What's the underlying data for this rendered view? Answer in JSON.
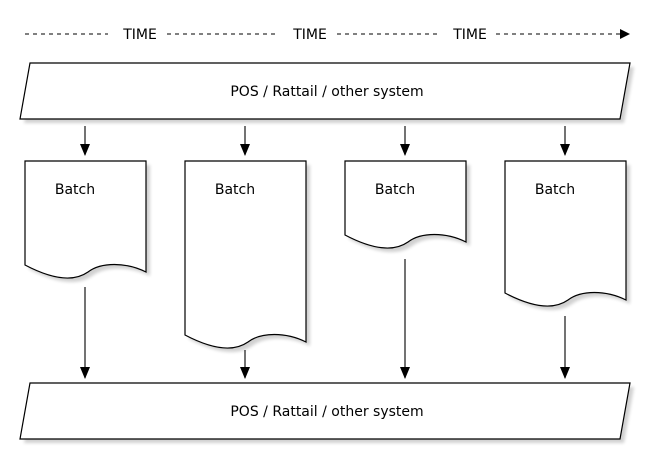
{
  "timeline": {
    "labels": [
      "TIME",
      "TIME",
      "TIME"
    ]
  },
  "source_system": {
    "label": "POS / Rattail / other system"
  },
  "target_system": {
    "label": "POS / Rattail / other system"
  },
  "batches": [
    {
      "label": "Batch"
    },
    {
      "label": "Batch"
    },
    {
      "label": "Batch"
    },
    {
      "label": "Batch"
    }
  ]
}
